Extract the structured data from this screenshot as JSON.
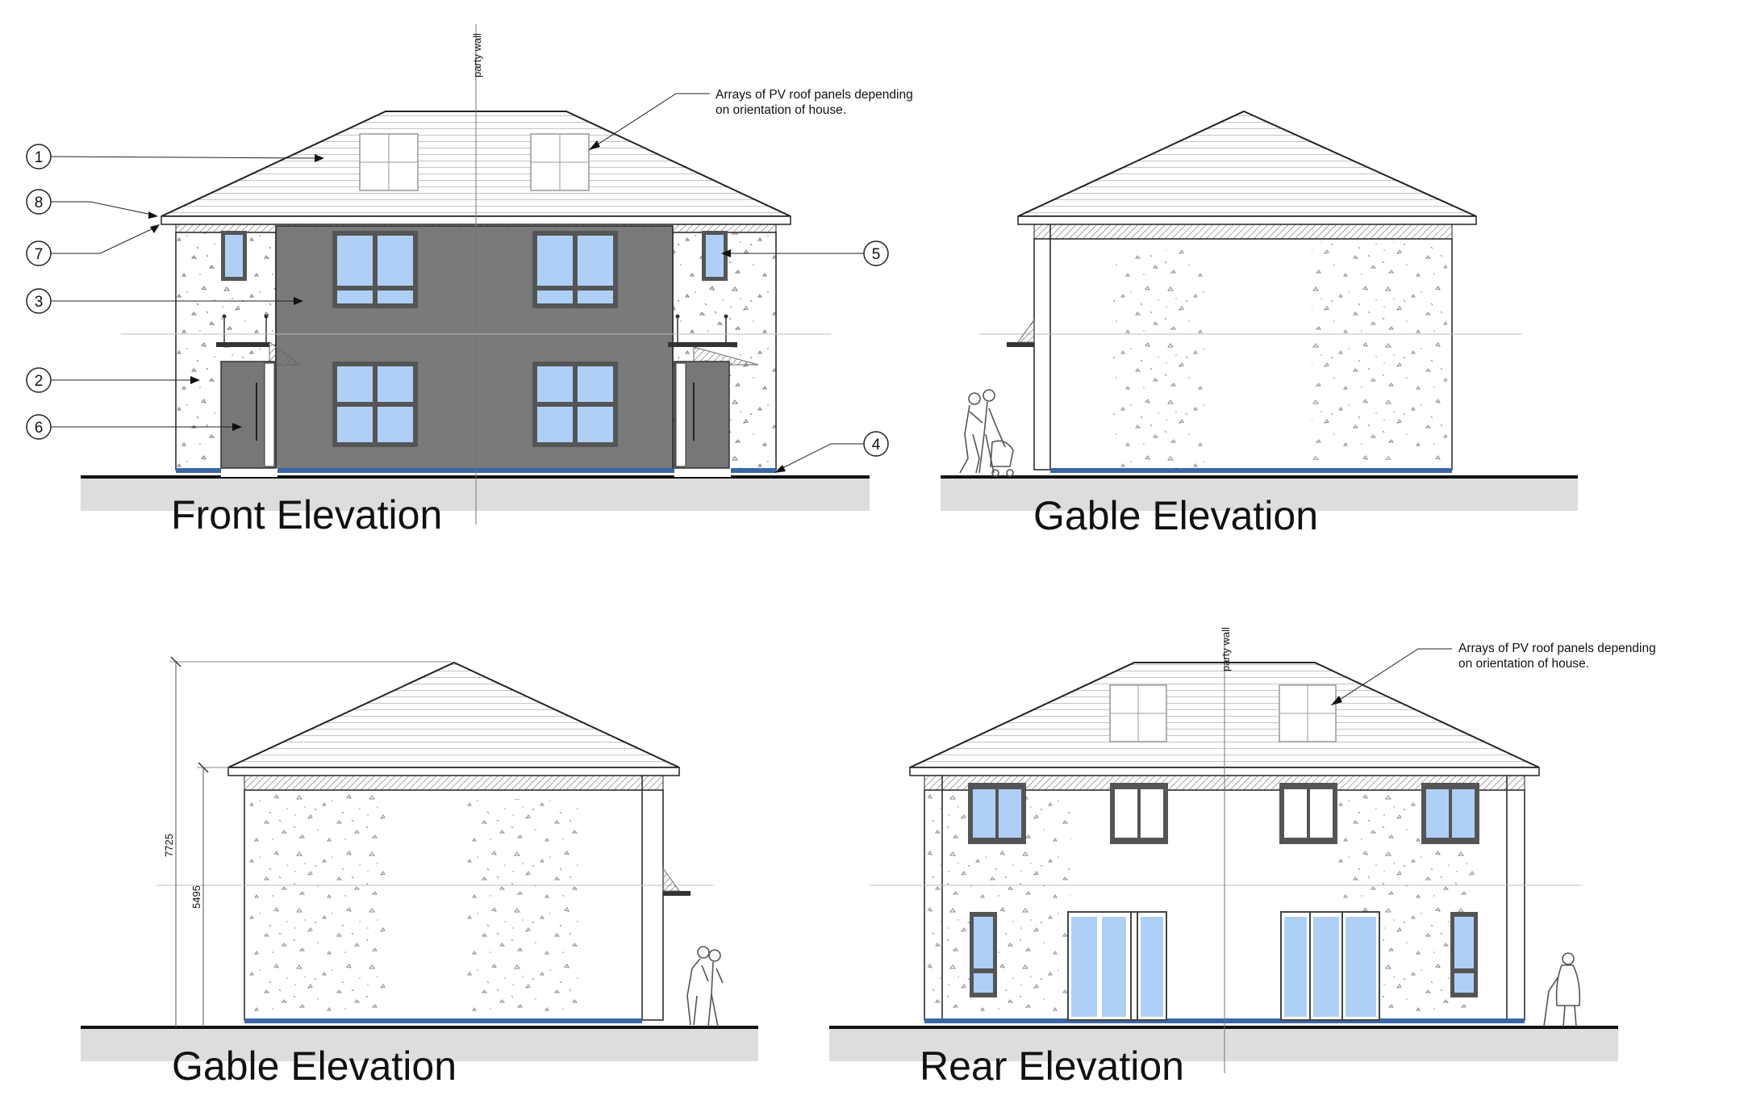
{
  "drawing": {
    "elevations": [
      {
        "id": "front",
        "title": "Front Elevation"
      },
      {
        "id": "gable-top",
        "title": "Gable Elevation"
      },
      {
        "id": "gable-bottom",
        "title": "Gable Elevation"
      },
      {
        "id": "rear",
        "title": "Rear Elevation"
      }
    ],
    "annotations": {
      "party_wall": "party wall",
      "pv_note_line1": "Arrays of PV roof panels depending",
      "pv_note_line2": "on orientation of house."
    },
    "callouts": [
      "1",
      "8",
      "7",
      "3",
      "2",
      "6",
      "5",
      "4"
    ],
    "dimensions": {
      "overall_height": "7725",
      "eaves_height": "5495"
    }
  },
  "colors": {
    "render_dark": "#7a7a7a",
    "glass": "#aed0f7",
    "ground": "#dddddd",
    "plinth": "#3a66a8",
    "line": "#222222"
  }
}
